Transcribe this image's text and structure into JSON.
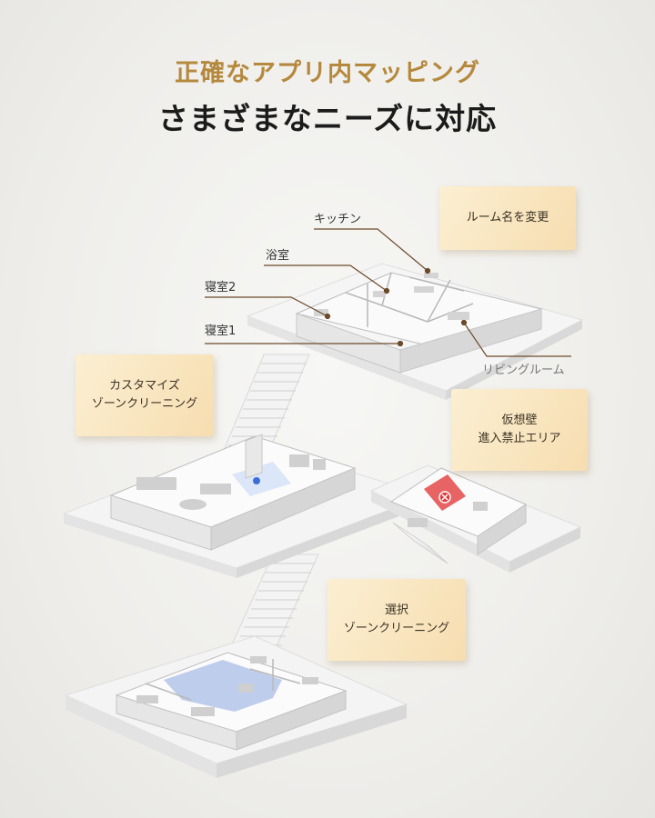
{
  "header": {
    "title": "正確なアプリ内マッピング",
    "subtitle": "さまざまなニーズに対応"
  },
  "room_labels": {
    "kitchen": "キッチン",
    "bathroom": "浴室",
    "bedroom2": "寝室2",
    "bedroom1": "寝室1",
    "living": "リビングルーム"
  },
  "callouts": {
    "rename": [
      "ルーム名を変更"
    ],
    "custom": [
      "カスタマイズ",
      "ゾーンクリーニング"
    ],
    "virtual_wall": [
      "仮想壁",
      "進入禁止エリア"
    ],
    "select": [
      "選択",
      "ゾーンクリーニング"
    ]
  },
  "colors": {
    "accent_gold": "#b5893d",
    "callout_bg": "#f7ddb0",
    "zone_blue": "#b8c8ea",
    "no_go_red": "#e23b3b"
  }
}
